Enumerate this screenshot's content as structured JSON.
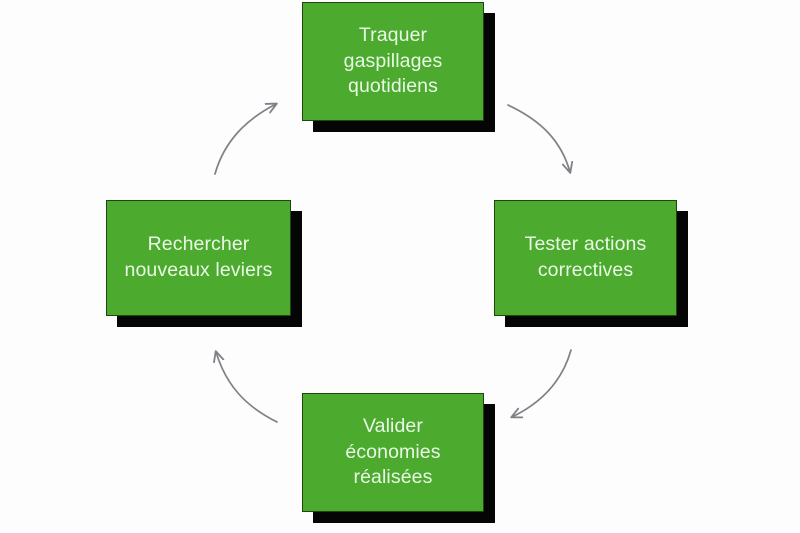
{
  "diagram": {
    "type": "cycle",
    "direction": "clockwise",
    "background_color": "#fdfdfd",
    "node_fill_color": "#4caa2e",
    "node_border_color": "#1e4710",
    "node_shadow_color": "#050505",
    "node_text_color": "#e9f9e6",
    "arrow_color": "#808088",
    "nodes": [
      {
        "id": "traquer-gaspillages-quotidiens",
        "position": "top",
        "label": "Traquer\ngaspillages\nquotidiens"
      },
      {
        "id": "tester-actions-correctives",
        "position": "right",
        "label": "Tester actions\ncorrectives"
      },
      {
        "id": "valider-economies-realisees",
        "position": "bottom",
        "label": "Valider\néconomies\nréalisées"
      },
      {
        "id": "rechercher-nouveaux-leviers",
        "position": "left",
        "label": "Rechercher\nnouveaux leviers"
      }
    ],
    "arrows": [
      {
        "id": "arrow-top-to-right",
        "from": "traquer-gaspillages-quotidiens",
        "to": "tester-actions-correctives"
      },
      {
        "id": "arrow-right-to-bottom",
        "from": "tester-actions-correctives",
        "to": "valider-economies-realisees"
      },
      {
        "id": "arrow-bottom-to-left",
        "from": "valider-economies-realisees",
        "to": "rechercher-nouveaux-leviers"
      },
      {
        "id": "arrow-left-to-top",
        "from": "rechercher-nouveaux-leviers",
        "to": "traquer-gaspillages-quotidiens"
      }
    ]
  }
}
